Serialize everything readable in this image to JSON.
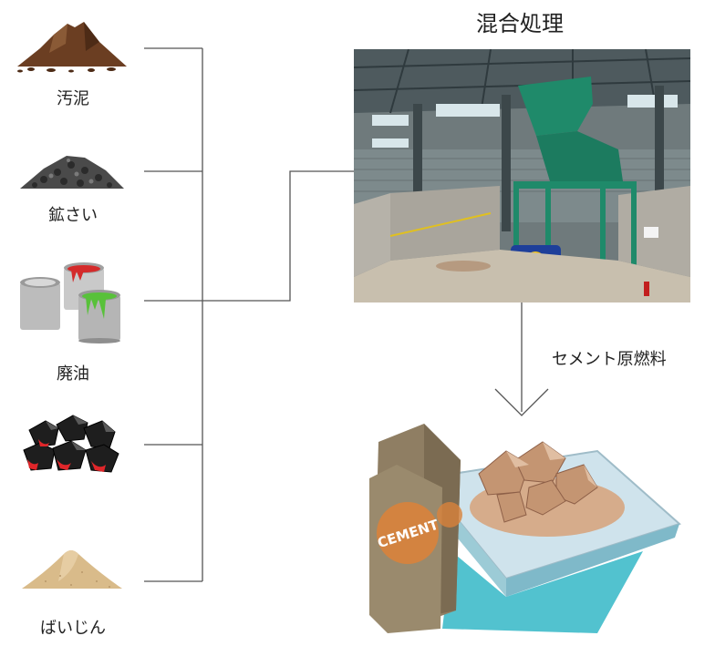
{
  "materials": [
    {
      "label": "汚泥",
      "icon": "sludge-pile-icon"
    },
    {
      "label": "鉱さい",
      "icon": "slag-pile-icon"
    },
    {
      "label": "廃油",
      "icon": "paint-cans-icon"
    },
    {
      "label": "",
      "icon": "coal-lumps-icon"
    },
    {
      "label": "ばいじん",
      "icon": "dust-pile-icon"
    }
  ],
  "process": {
    "title": "混合処理",
    "photo": "mixing-facility-photo"
  },
  "output": {
    "arrow_label": "セメント原燃料",
    "bag_text": "CEMENT",
    "image": "cement-fuel-icon"
  },
  "colors": {
    "line": "#555555",
    "machine_green": "#1f8a6a",
    "sludge_brown": "#6b3e22",
    "cement_tan": "#c9a67c"
  }
}
